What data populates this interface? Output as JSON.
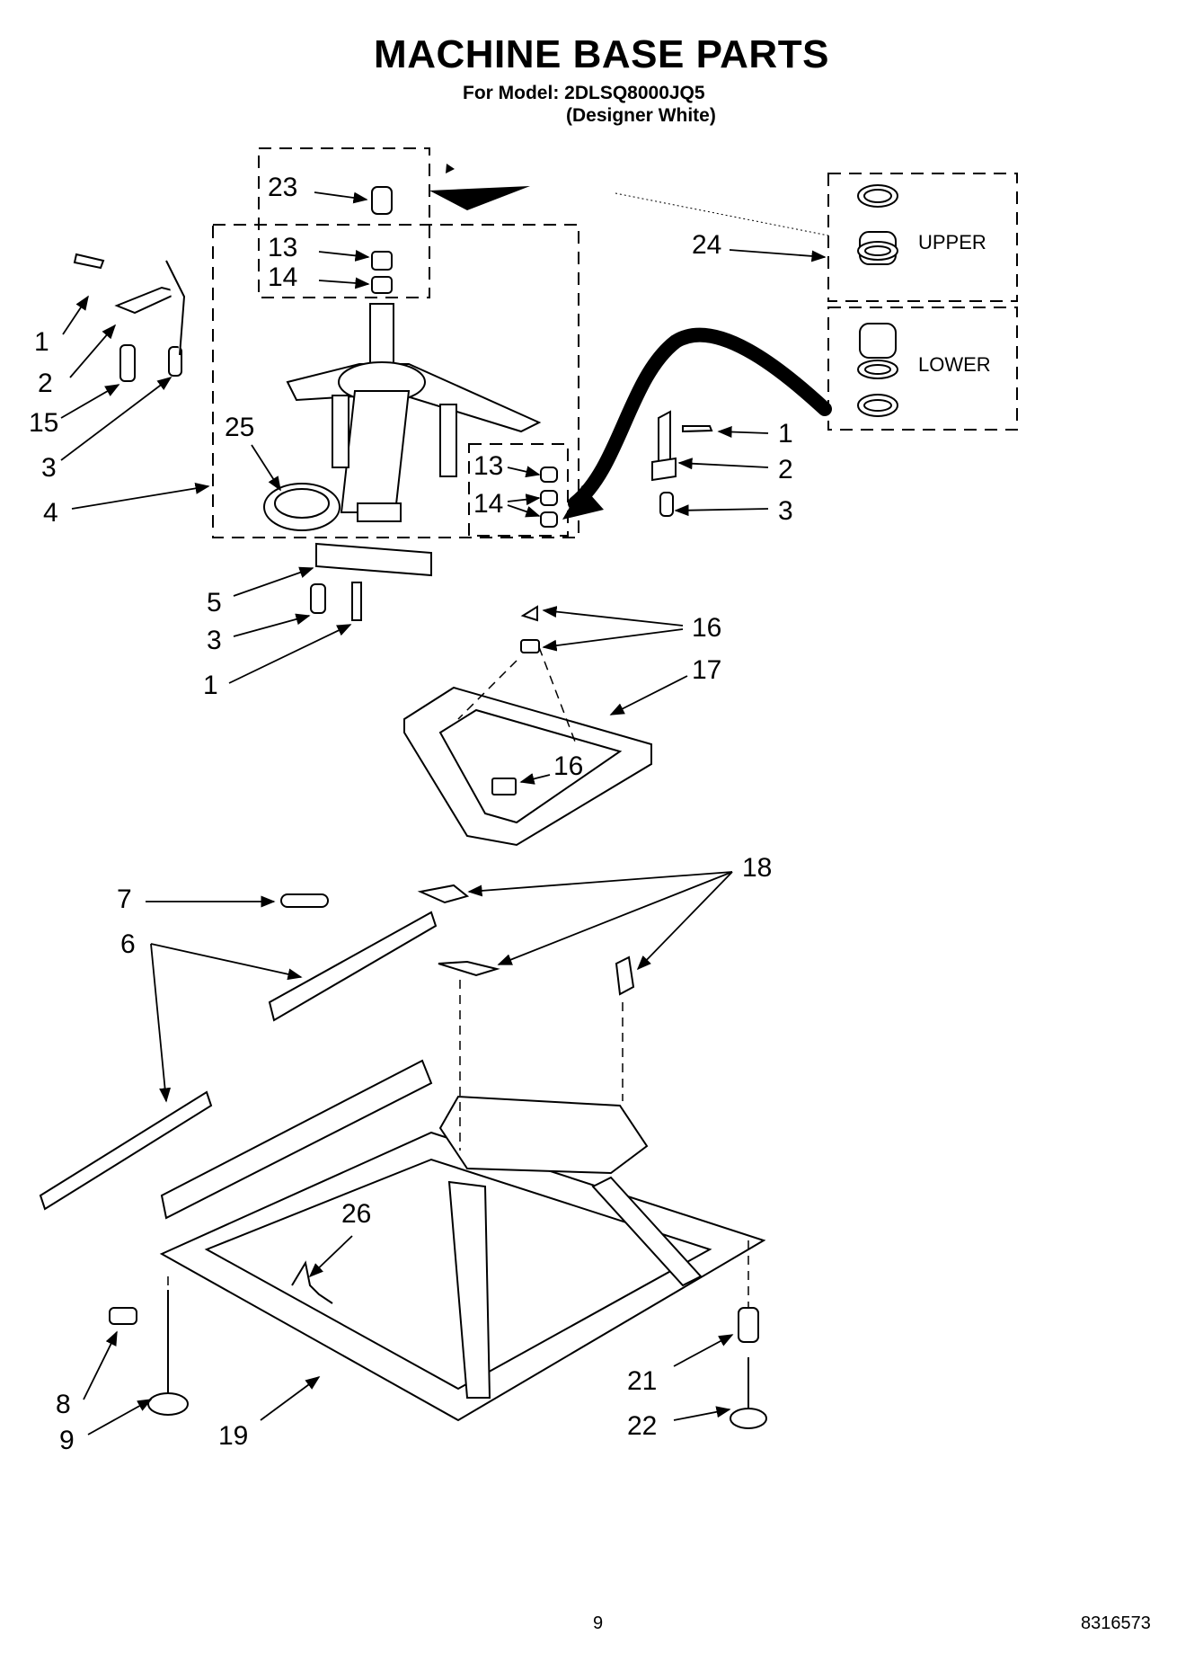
{
  "header": {
    "title": "MACHINE BASE PARTS",
    "model_line": "For Model: 2DLSQ8000JQ5",
    "variant_line": "(Designer White)"
  },
  "bearing_kit": {
    "upper_label": "UPPER",
    "lower_label": "LOWER"
  },
  "callouts": {
    "c1a": "1",
    "c2a": "2",
    "c15": "15",
    "c3a": "3",
    "c4": "4",
    "c25": "25",
    "c23": "23",
    "c13a": "13",
    "c14a": "14",
    "c24": "24",
    "c13b": "13",
    "c14b": "14",
    "c1b": "1",
    "c2b": "2",
    "c3b": "3",
    "c5": "5",
    "c3c": "3",
    "c1c": "1",
    "c16a": "16",
    "c17": "17",
    "c16b": "16",
    "c7": "7",
    "c6": "6",
    "c18": "18",
    "c26": "26",
    "c8": "8",
    "c9": "9",
    "c19": "19",
    "c21": "21",
    "c22": "22"
  },
  "footer": {
    "page_number": "9",
    "document_number": "8316573"
  }
}
